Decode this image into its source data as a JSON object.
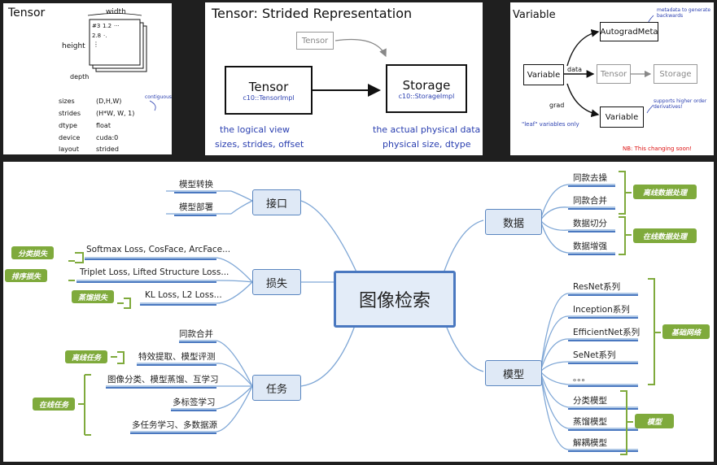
{
  "panel1": {
    "title": "Tensor",
    "width_label": "width",
    "height_label": "height",
    "depth_label": "depth",
    "cell_values": [
      "#3",
      "1.2",
      "···",
      "2.8",
      "·.",
      "⋮"
    ],
    "props": [
      {
        "key": "sizes",
        "value": "(D,H,W)"
      },
      {
        "key": "strides",
        "value": "(H*W, W, 1)"
      },
      {
        "key": "dtype",
        "value": "float"
      },
      {
        "key": "device",
        "value": "cuda:0"
      },
      {
        "key": "layout",
        "value": "strided"
      }
    ],
    "note": "contiguous"
  },
  "panel2": {
    "title": "Tensor: Strided Representation",
    "ghost_label": "Tensor",
    "tensor_label": "Tensor",
    "tensor_sub": "c10::TensorImpl",
    "storage_label": "Storage",
    "storage_sub": "c10::StorageImpl",
    "left_caption1": "the logical view",
    "left_caption2": "sizes, strides, offset",
    "right_caption1": "the actual physical data",
    "right_caption2": "physical size, dtype"
  },
  "panel3": {
    "title": "Variable",
    "variable_label": "Variable",
    "autograd_label": "AutogradMeta",
    "tensor_label": "Tensor",
    "storage_label": "Storage",
    "variable2_label": "Variable",
    "data_label": "data",
    "grad_label": "grad",
    "meta_note": "metadata to generate backwards",
    "higher_note": "supports higher order derivatives!",
    "leaf_note": "\"leaf\" variables only",
    "nb_note": "NB: This changing soon!"
  },
  "mindmap": {
    "center": "图像检索",
    "branches": {
      "interface": {
        "label": "接口",
        "leaves": [
          "模型转换",
          "模型部署"
        ]
      },
      "loss": {
        "label": "损失",
        "leaves": [
          "Softmax Loss, CosFace, ArcFace...",
          "Triplet Loss, Lifted Structure Loss...",
          "KL Loss, L2 Loss..."
        ]
      },
      "task": {
        "label": "任务",
        "leaves": [
          "同款合并",
          "特效提取、模型评测",
          "图像分类、模型蒸馏、互学习",
          "多标签学习",
          "多任务学习、多数据源"
        ]
      },
      "data": {
        "label": "数据",
        "leaves": [
          "同款去操",
          "同款合并",
          "数据切分",
          "数据增强"
        ]
      },
      "model": {
        "label": "模型",
        "leaves": [
          "ResNet系列",
          "Inception系列",
          "EfficientNet系列",
          "SeNet系列",
          "。。。",
          "分类模型",
          "蒸馏模型",
          "解耦模型"
        ]
      }
    },
    "tags": {
      "classify_loss": "分类损失",
      "rank_loss": "排序损失",
      "distill_loss": "蒸馏损失",
      "offline_task": "离线任务",
      "online_task": "在线任务",
      "offline_data": "离线数据处理",
      "online_data": "在线数据处理",
      "base_net": "基础网络",
      "model_tag": "模型"
    }
  }
}
